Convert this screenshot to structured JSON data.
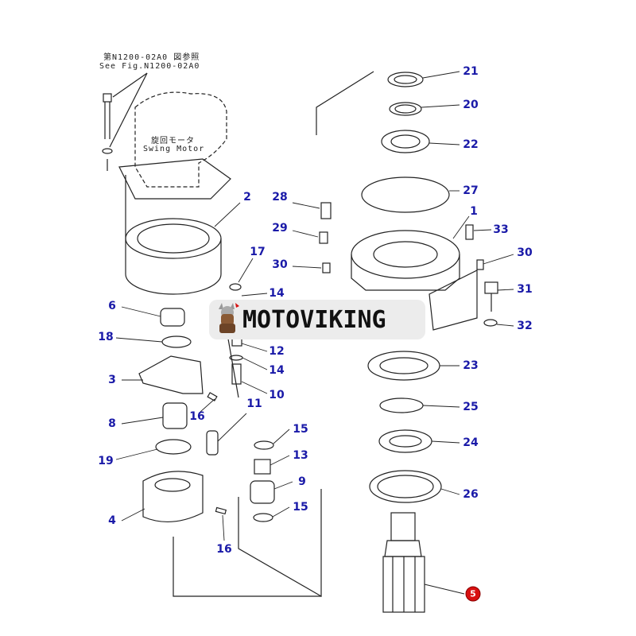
{
  "notes": {
    "ref_jp": "第N1200-02A0 図参照",
    "ref_en": "See Fig.N1200-02A0",
    "motor_jp": "旋回モータ",
    "motor_en": "Swing Motor"
  },
  "watermark": {
    "text": "MOTOVIKING"
  },
  "labels": [
    "21",
    "20",
    "22",
    "27",
    "1",
    "2",
    "28",
    "29",
    "33",
    "17",
    "30",
    "30",
    "14",
    "31",
    "6",
    "32",
    "18",
    "12",
    "14",
    "23",
    "3",
    "10",
    "11",
    "16",
    "25",
    "8",
    "15",
    "24",
    "13",
    "19",
    "9",
    "26",
    "15",
    "4",
    "16"
  ],
  "highlight_label": "5",
  "colors": {
    "label": "#1a1aa8",
    "highlight": "#d81010",
    "line": "#222222"
  }
}
